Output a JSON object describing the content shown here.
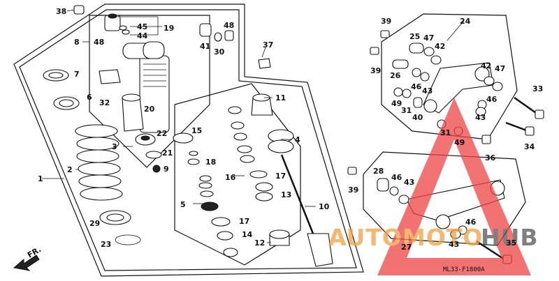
{
  "diagram": {
    "drawing_code": "ML33-F1800A",
    "direction_label": "FR.",
    "watermark": {
      "text_a": "AUTOMOTO",
      "text_b": "HUB",
      "color_a": "#f0a040",
      "color_b": "#555555",
      "triangle_color": "#ee4444"
    },
    "callouts": [
      {
        "id": "c38a",
        "text": "38"
      },
      {
        "id": "c45",
        "text": "45"
      },
      {
        "id": "c19",
        "text": "19"
      },
      {
        "id": "c44",
        "text": "44"
      },
      {
        "id": "c8",
        "text": "8"
      },
      {
        "id": "c48a",
        "text": "48"
      },
      {
        "id": "c41",
        "text": "41"
      },
      {
        "id": "c30",
        "text": "30"
      },
      {
        "id": "c48b",
        "text": "48"
      },
      {
        "id": "c37",
        "text": "37"
      },
      {
        "id": "c7",
        "text": "7"
      },
      {
        "id": "c6",
        "text": "6"
      },
      {
        "id": "c32",
        "text": "32"
      },
      {
        "id": "c20",
        "text": "20"
      },
      {
        "id": "c11",
        "text": "11"
      },
      {
        "id": "c22",
        "text": "22"
      },
      {
        "id": "c15",
        "text": "15"
      },
      {
        "id": "c3",
        "text": "3"
      },
      {
        "id": "c21",
        "text": "21"
      },
      {
        "id": "c4",
        "text": "4"
      },
      {
        "id": "c9",
        "text": "9"
      },
      {
        "id": "c18",
        "text": "18"
      },
      {
        "id": "c1",
        "text": "1"
      },
      {
        "id": "c2",
        "text": "2"
      },
      {
        "id": "c16",
        "text": "16"
      },
      {
        "id": "c17a",
        "text": "17"
      },
      {
        "id": "c13",
        "text": "13"
      },
      {
        "id": "c5",
        "text": "5"
      },
      {
        "id": "c10",
        "text": "10"
      },
      {
        "id": "c29",
        "text": "29"
      },
      {
        "id": "c17b",
        "text": "17"
      },
      {
        "id": "c14",
        "text": "14"
      },
      {
        "id": "c23",
        "text": "23"
      },
      {
        "id": "c12",
        "text": "12"
      },
      {
        "id": "c39a",
        "text": "39"
      },
      {
        "id": "c24",
        "text": "24"
      },
      {
        "id": "c25",
        "text": "25"
      },
      {
        "id": "c47a",
        "text": "47"
      },
      {
        "id": "c42a",
        "text": "42"
      },
      {
        "id": "c39b",
        "text": "39"
      },
      {
        "id": "c26",
        "text": "26"
      },
      {
        "id": "c46a",
        "text": "46"
      },
      {
        "id": "c42b",
        "text": "42"
      },
      {
        "id": "c47b",
        "text": "47"
      },
      {
        "id": "c43a",
        "text": "43"
      },
      {
        "id": "c33",
        "text": "33"
      },
      {
        "id": "c49a",
        "text": "49"
      },
      {
        "id": "c31a",
        "text": "31"
      },
      {
        "id": "c40",
        "text": "40"
      },
      {
        "id": "c46b",
        "text": "46"
      },
      {
        "id": "c43b",
        "text": "43"
      },
      {
        "id": "c31b",
        "text": "31"
      },
      {
        "id": "c49b",
        "text": "49"
      },
      {
        "id": "c34",
        "text": "34"
      },
      {
        "id": "c36",
        "text": "36"
      },
      {
        "id": "c28",
        "text": "28"
      },
      {
        "id": "c46c",
        "text": "46"
      },
      {
        "id": "c43c",
        "text": "43"
      },
      {
        "id": "c39c",
        "text": "39"
      },
      {
        "id": "c46d",
        "text": "46"
      },
      {
        "id": "c43d",
        "text": "43"
      },
      {
        "id": "c27",
        "text": "27"
      },
      {
        "id": "c35",
        "text": "35"
      }
    ]
  }
}
